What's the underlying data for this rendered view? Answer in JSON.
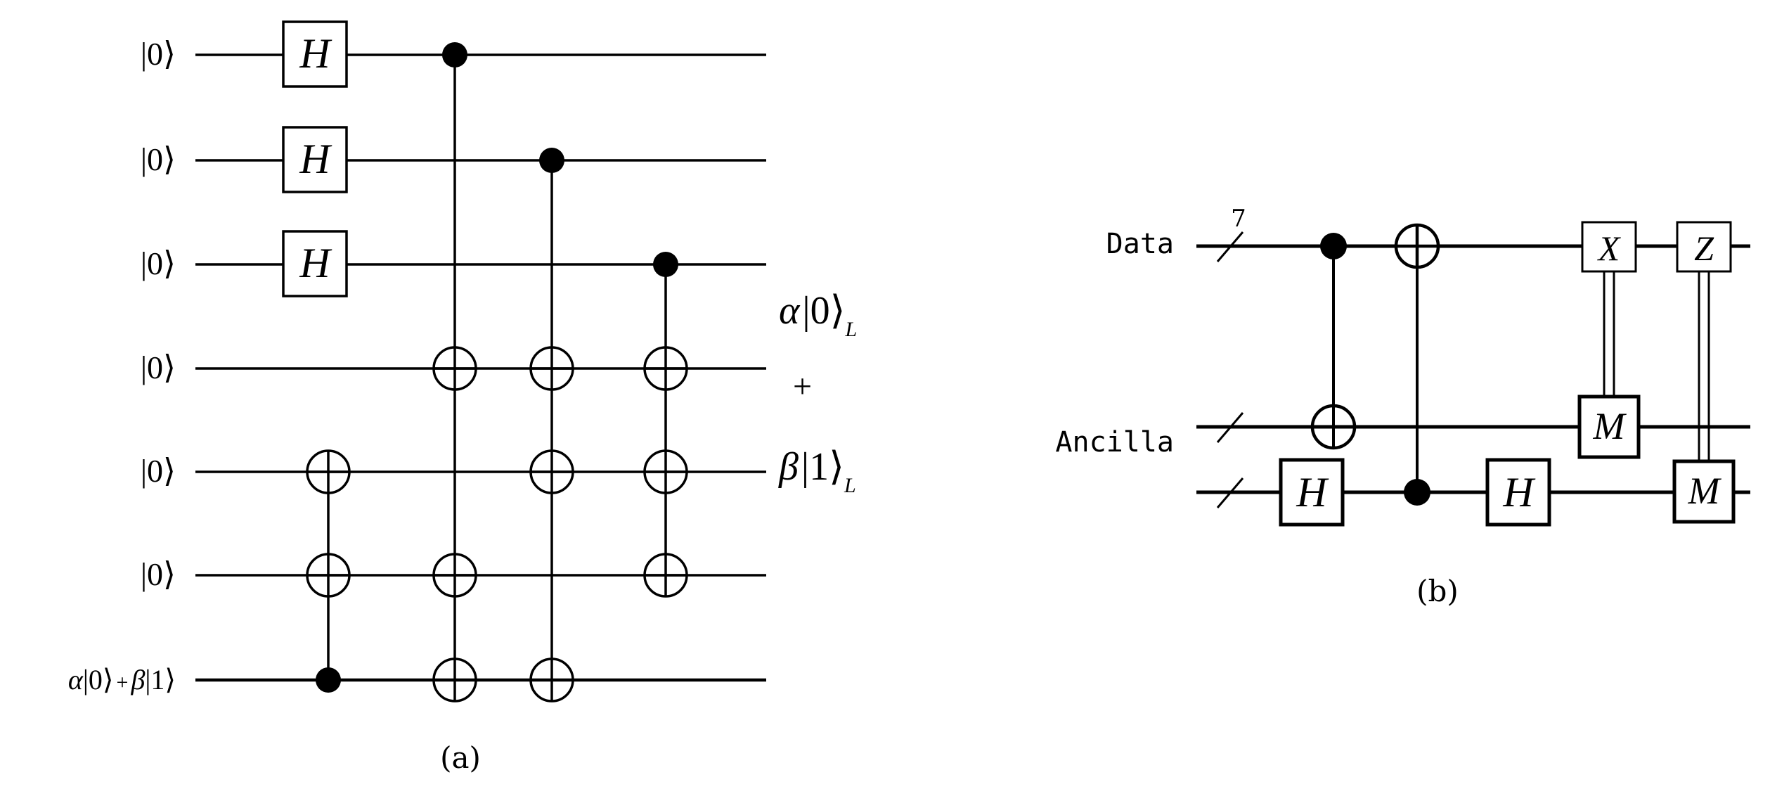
{
  "panel_a": {
    "caption": "(a)",
    "inputs": [
      "|0⟩",
      "|0⟩",
      "|0⟩",
      "|0⟩",
      "|0⟩",
      "|0⟩"
    ],
    "input_last": {
      "alpha": "α",
      "ket0": "|0⟩",
      "plus": "+",
      "beta": "β",
      "ket1": "|1⟩"
    },
    "gate_label": "H",
    "output": {
      "alpha": "α",
      "ket0": "|0⟩",
      "sub": "L",
      "plus": "+",
      "beta": "β",
      "ket1": "|1⟩",
      "sub2": "L"
    }
  },
  "panel_b": {
    "caption": "(b)",
    "data_label": "Data",
    "ancilla_label": "Ancilla",
    "bus_count": "7",
    "h_label": "H",
    "x_label": "X",
    "z_label": "Z",
    "m_label": "M"
  }
}
